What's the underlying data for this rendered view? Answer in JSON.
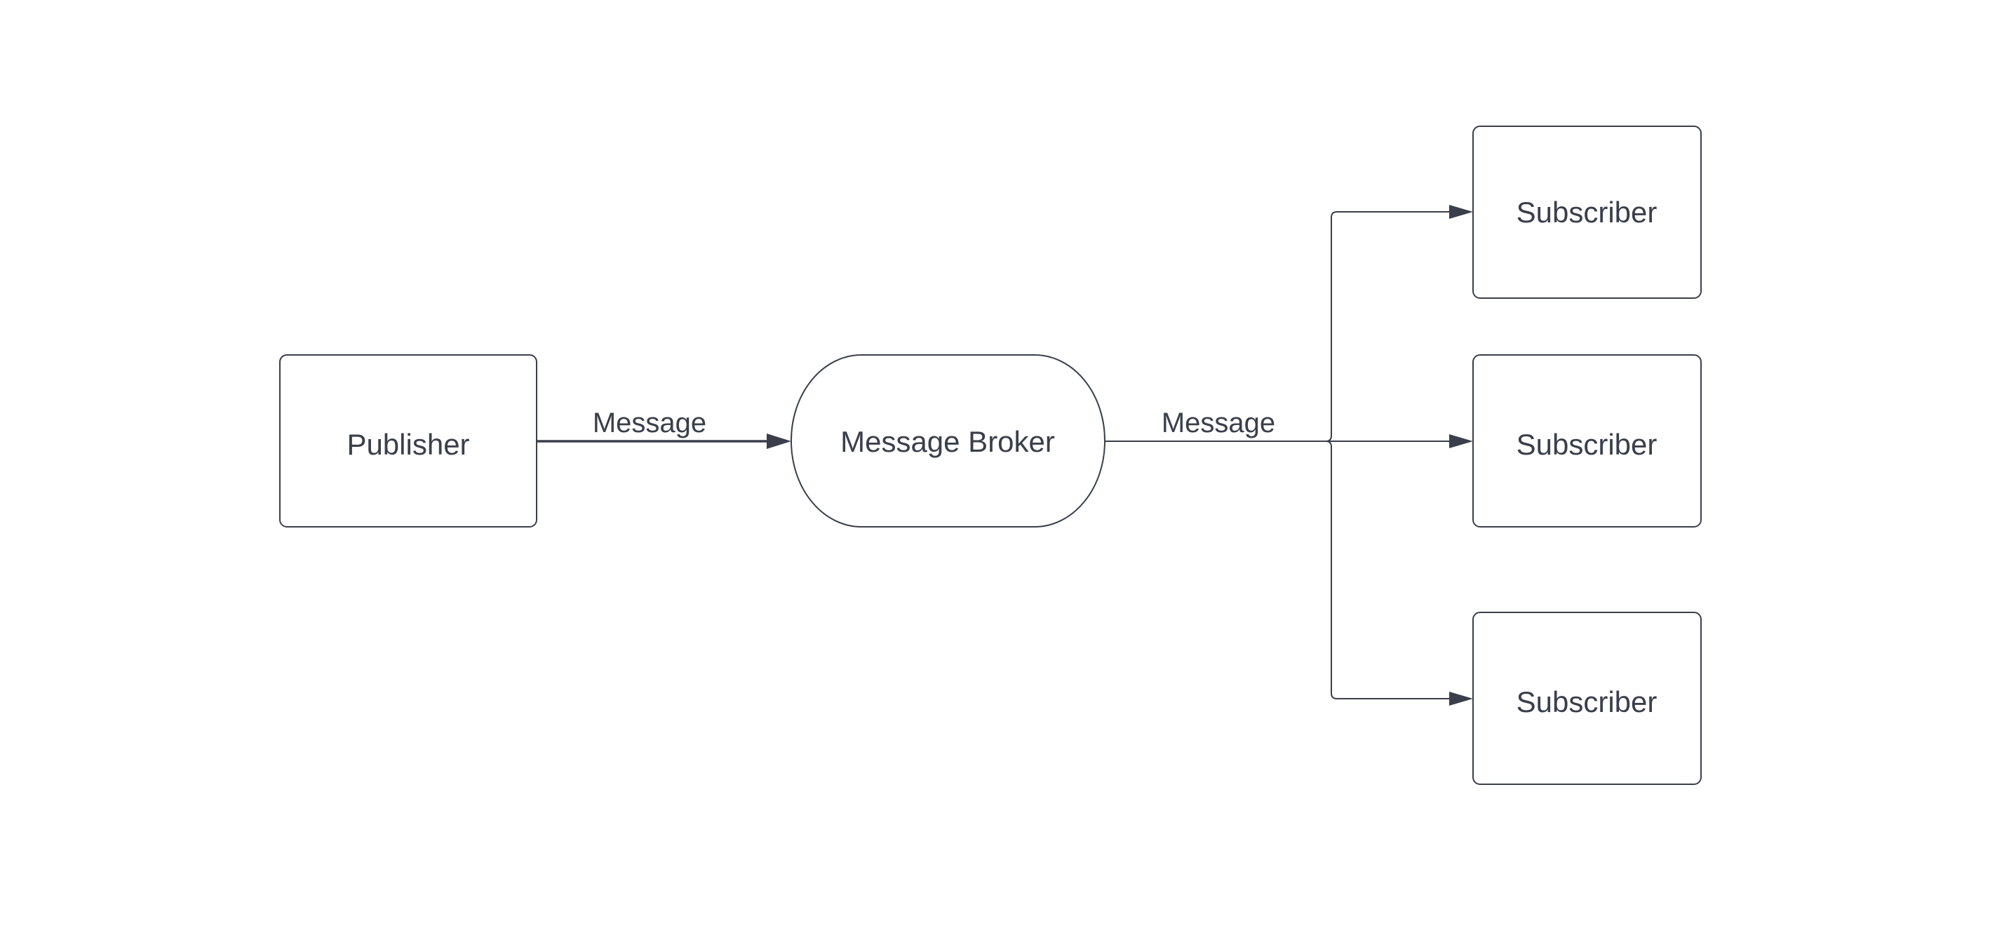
{
  "colors": {
    "stroke": "#3a3f4b",
    "text": "#3a3f4b",
    "background": "#ffffff"
  },
  "nodes": {
    "publisher": {
      "label": "Publisher"
    },
    "broker": {
      "label": "Message Broker"
    },
    "subscriber_top": {
      "label": "Subscriber"
    },
    "subscriber_middle": {
      "label": "Subscriber"
    },
    "subscriber_bottom": {
      "label": "Subscriber"
    }
  },
  "edges": {
    "publisher_to_broker": {
      "label": "Message"
    },
    "broker_to_subscribers": {
      "label": "Message"
    }
  }
}
